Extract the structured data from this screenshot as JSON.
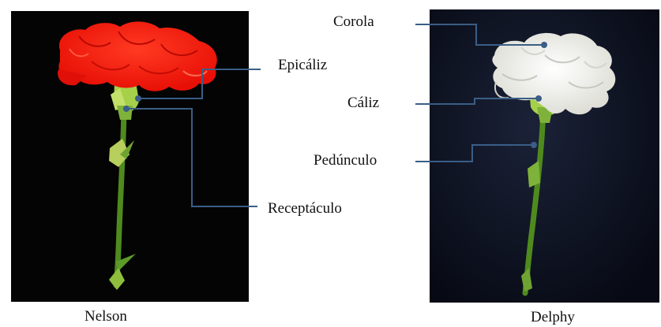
{
  "photos": [
    {
      "caption": "Nelson",
      "flower_color": "#ff1a0a",
      "background": "#040404"
    },
    {
      "caption": "Delphy",
      "flower_color": "#f6f6f2",
      "background": "#0b0f1d"
    }
  ],
  "labels": {
    "corola": "Corola",
    "epicaliz": "Epicáliz",
    "caliz": "Cáliz",
    "pedunculo": "Pedúnculo",
    "receptaculo": "Receptáculo"
  },
  "colors": {
    "leader_line": "#3a5e86",
    "stem": "#4f8a1e",
    "calyx": "#a6d04a"
  }
}
